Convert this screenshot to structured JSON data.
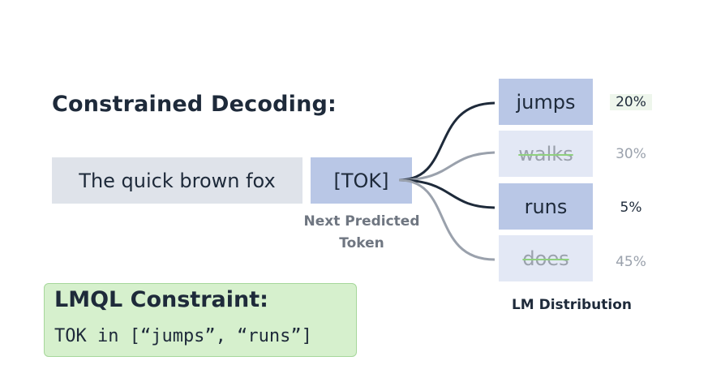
{
  "title": "Constrained Decoding:",
  "prompt_text": "The quick brown fox",
  "token_placeholder": "[TOK]",
  "next_token_label_line1": "Next Predicted",
  "next_token_label_line2": "Token",
  "candidates": [
    {
      "word": "jumps",
      "prob": "20%",
      "allowed": true
    },
    {
      "word": "walks",
      "prob": "30%",
      "allowed": false
    },
    {
      "word": "runs",
      "prob": "5%",
      "allowed": true
    },
    {
      "word": "does",
      "prob": "45%",
      "allowed": false
    }
  ],
  "distribution_label": "LM Distribution",
  "constraint": {
    "title": "LMQL Constraint:",
    "code": "TOK in [“jumps”, “runs”]"
  },
  "colors": {
    "allowed_box": "#b9c7e6",
    "blocked_box": "#e3e8f5",
    "allowed_edge": "#1e2a3a",
    "blocked_edge": "#9aa1ac",
    "constraint_bg": "#d6f0cd"
  }
}
